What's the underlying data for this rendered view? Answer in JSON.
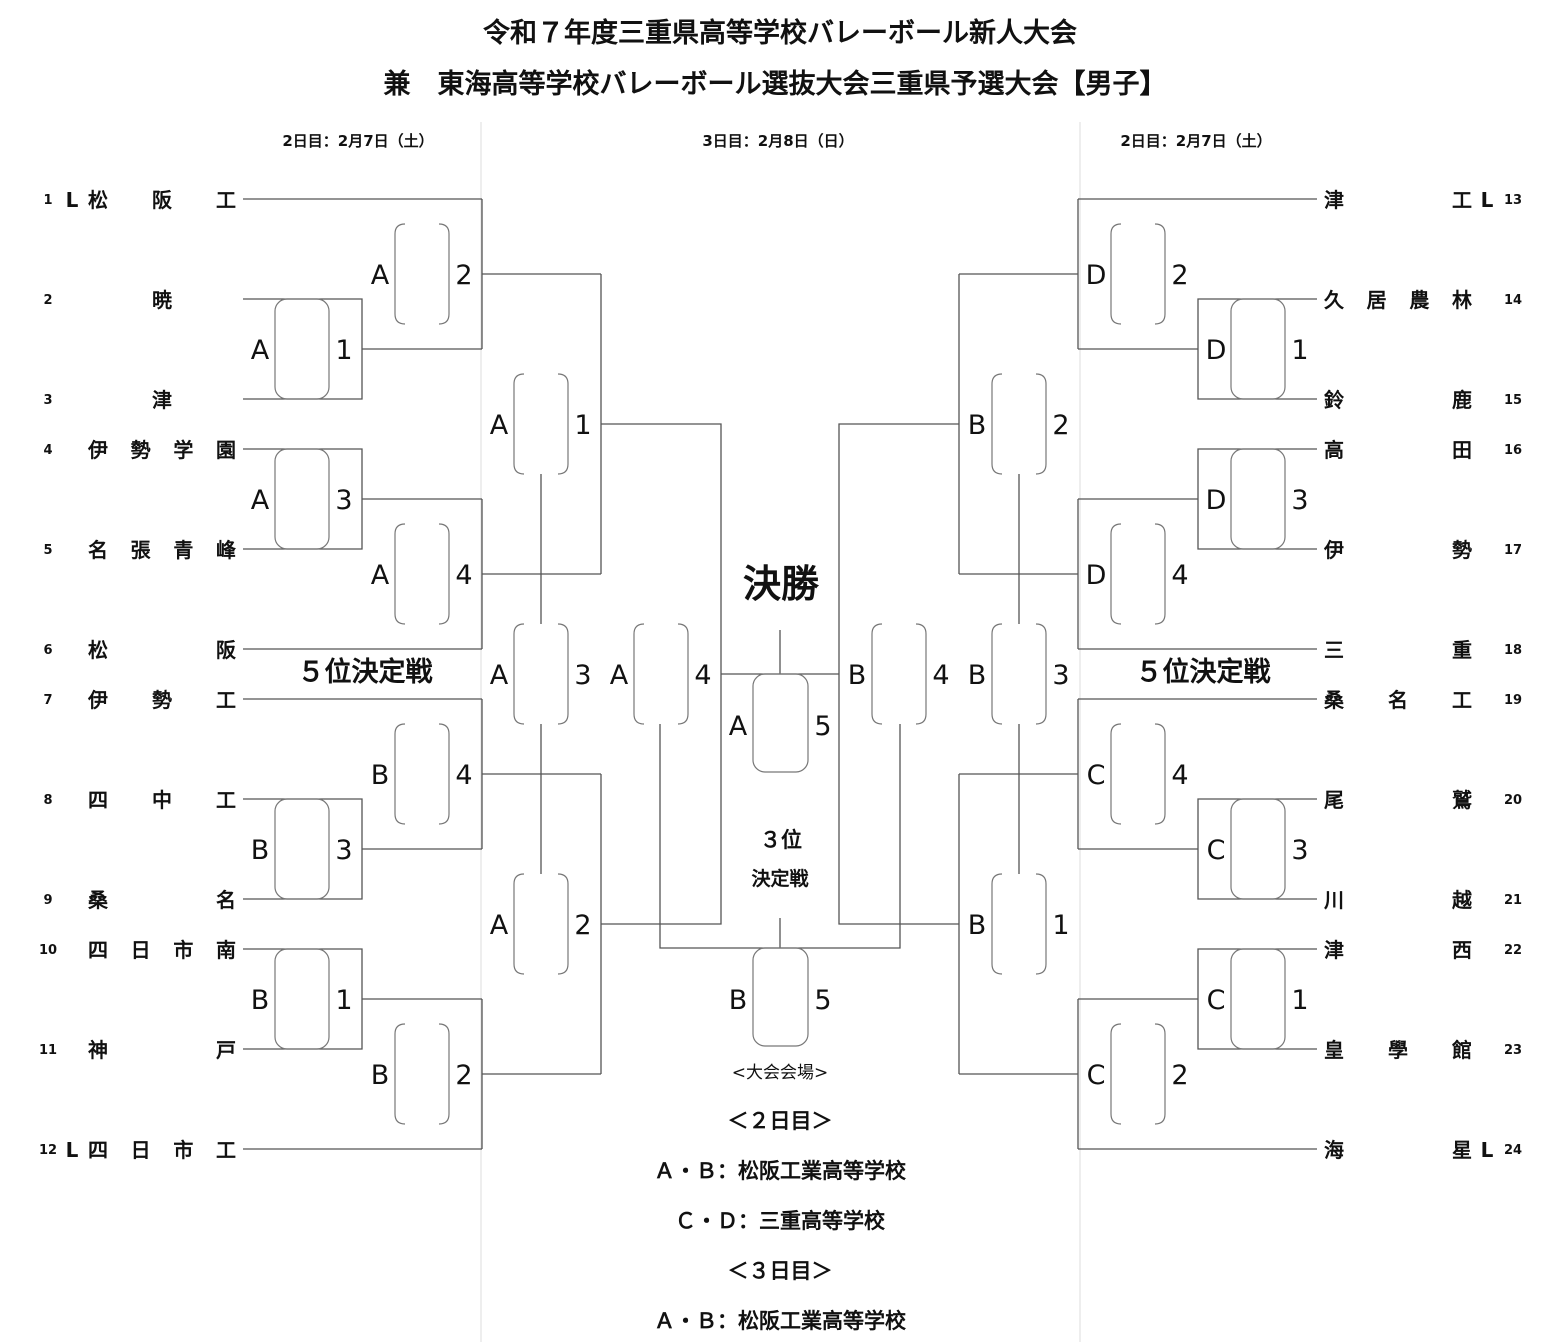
{
  "title": {
    "line1": "令和７年度三重県高等学校バレーボール新人大会",
    "line2": "兼　東海高等学校バレーボール選抜大会三重県予選大会【男子】"
  },
  "day_headers": {
    "left": "2日目：2月7日（土）",
    "center": "3日目：2月8日（日）",
    "right": "2日目：2月7日（土）"
  },
  "left_teams": [
    {
      "no": "1",
      "mark": "L",
      "name": "松阪工"
    },
    {
      "no": "2",
      "mark": "",
      "name": "暁"
    },
    {
      "no": "3",
      "mark": "",
      "name": "津"
    },
    {
      "no": "4",
      "mark": "",
      "name": "伊勢学園"
    },
    {
      "no": "5",
      "mark": "",
      "name": "名張青峰"
    },
    {
      "no": "6",
      "mark": "",
      "name": "松阪"
    },
    {
      "no": "7",
      "mark": "",
      "name": "伊勢工"
    },
    {
      "no": "8",
      "mark": "",
      "name": "四中工"
    },
    {
      "no": "9",
      "mark": "",
      "name": "桑名"
    },
    {
      "no": "10",
      "mark": "",
      "name": "四日市南"
    },
    {
      "no": "11",
      "mark": "",
      "name": "神戸"
    },
    {
      "no": "12",
      "mark": "L",
      "name": "四日市工"
    }
  ],
  "right_teams": [
    {
      "no": "13",
      "mark": "L",
      "name": "津工"
    },
    {
      "no": "14",
      "mark": "",
      "name": "久居農林"
    },
    {
      "no": "15",
      "mark": "",
      "name": "鈴鹿"
    },
    {
      "no": "16",
      "mark": "",
      "name": "高田"
    },
    {
      "no": "17",
      "mark": "",
      "name": "伊勢"
    },
    {
      "no": "18",
      "mark": "",
      "name": "三重"
    },
    {
      "no": "19",
      "mark": "",
      "name": "桑名工"
    },
    {
      "no": "20",
      "mark": "",
      "name": "尾鷲"
    },
    {
      "no": "21",
      "mark": "",
      "name": "川越"
    },
    {
      "no": "22",
      "mark": "",
      "name": "津西"
    },
    {
      "no": "23",
      "mark": "",
      "name": "皇學館"
    },
    {
      "no": "24",
      "mark": "L",
      "name": "海星"
    }
  ],
  "matches": {
    "left_r1": [
      {
        "court": "A",
        "no": "1"
      },
      {
        "court": "A",
        "no": "3"
      },
      {
        "court": "B",
        "no": "3"
      },
      {
        "court": "B",
        "no": "1"
      }
    ],
    "left_r2": [
      {
        "court": "A",
        "no": "2"
      },
      {
        "court": "A",
        "no": "4"
      },
      {
        "court": "B",
        "no": "4"
      },
      {
        "court": "B",
        "no": "2"
      }
    ],
    "left_r3": [
      {
        "court": "A",
        "no": "1"
      },
      {
        "court": "A",
        "no": "2"
      }
    ],
    "left_fifth": {
      "court": "A",
      "no": "3"
    },
    "left_semi_loser": {
      "court": "A",
      "no": "4"
    },
    "right_r1": [
      {
        "court": "D",
        "no": "1"
      },
      {
        "court": "D",
        "no": "3"
      },
      {
        "court": "C",
        "no": "3"
      },
      {
        "court": "C",
        "no": "1"
      }
    ],
    "right_r2": [
      {
        "court": "D",
        "no": "2"
      },
      {
        "court": "D",
        "no": "4"
      },
      {
        "court": "C",
        "no": "4"
      },
      {
        "court": "C",
        "no": "2"
      }
    ],
    "right_r3": [
      {
        "court": "B",
        "no": "2"
      },
      {
        "court": "B",
        "no": "1"
      }
    ],
    "right_fifth": {
      "court": "B",
      "no": "3"
    },
    "right_semi_loser": {
      "court": "B",
      "no": "4"
    },
    "final": {
      "court": "A",
      "no": "5"
    },
    "third": {
      "court": "B",
      "no": "5"
    }
  },
  "labels": {
    "fifth_place": "５位決定戦",
    "final": "決勝",
    "third_line1": "３位",
    "third_line2": "決定戦"
  },
  "venues": {
    "heading": "<大会会場>",
    "day2": "＜２日目＞",
    "day2_ab": "Ａ・Ｂ：松阪工業高等学校",
    "day2_cd": "Ｃ・Ｄ：三重高等学校",
    "day3": "＜３日目＞",
    "day3_ab": "Ａ・Ｂ：松阪工業高等学校"
  }
}
